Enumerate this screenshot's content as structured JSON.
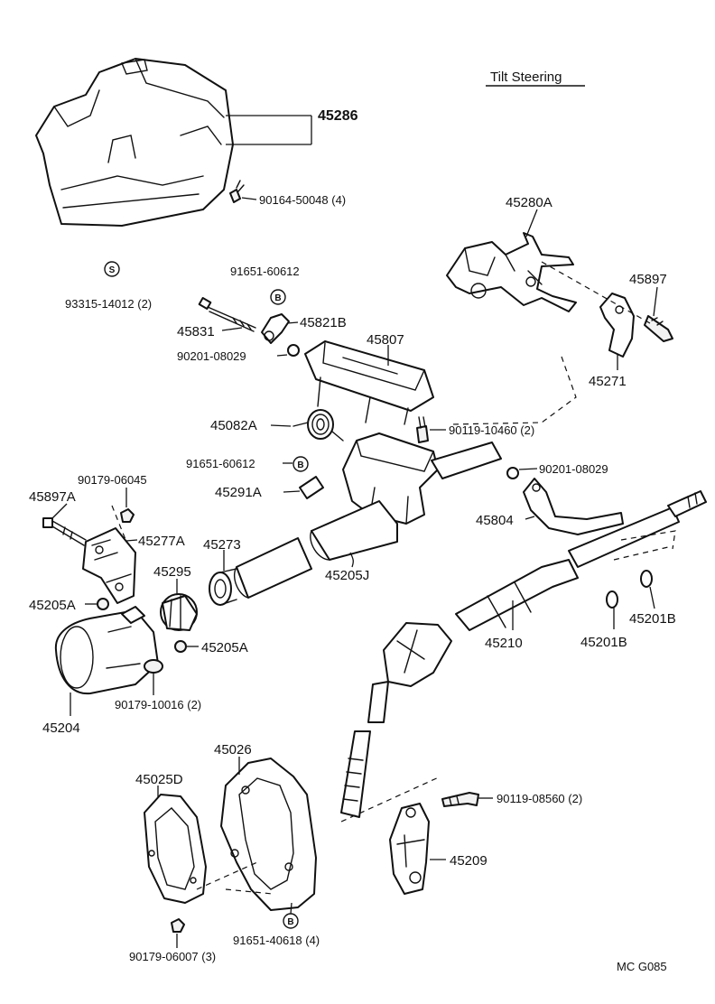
{
  "title": "Tilt Steering",
  "footer_code": "MC  G085",
  "symbols": {
    "s": "S",
    "b": "B"
  },
  "labels": {
    "p45286": "45286",
    "p90164": "90164-50048 (4)",
    "p93315": "93315-14012 (2)",
    "p91651a": "91651-60612",
    "p45831": "45831",
    "p45821b": "45821B",
    "p90201a": "90201-08029",
    "p45807": "45807",
    "p45280a": "45280A",
    "p45897": "45897",
    "p45271": "45271",
    "p45082a": "45082A",
    "p90119a": "90119-10460 (2)",
    "p91651b": "91651-60612",
    "p90201b": "90201-08029",
    "p45291a": "45291A",
    "p90179a": "90179-06045",
    "p45897a": "45897A",
    "p45277a": "45277A",
    "p45273": "45273",
    "p45295": "45295",
    "p45205j": "45205J",
    "p45804": "45804",
    "p45205a1": "45205A",
    "p45205a2": "45205A",
    "p45210": "45210",
    "p45201b1": "45201B",
    "p45201b2": "45201B",
    "p90179b": "90179-10016 (2)",
    "p45204": "45204",
    "p45026": "45026",
    "p45025d": "45025D",
    "p90119b": "90119-08560 (2)",
    "p45209": "45209",
    "p91651c": "91651-40618 (4)",
    "p90179c": "90179-06007 (3)"
  }
}
